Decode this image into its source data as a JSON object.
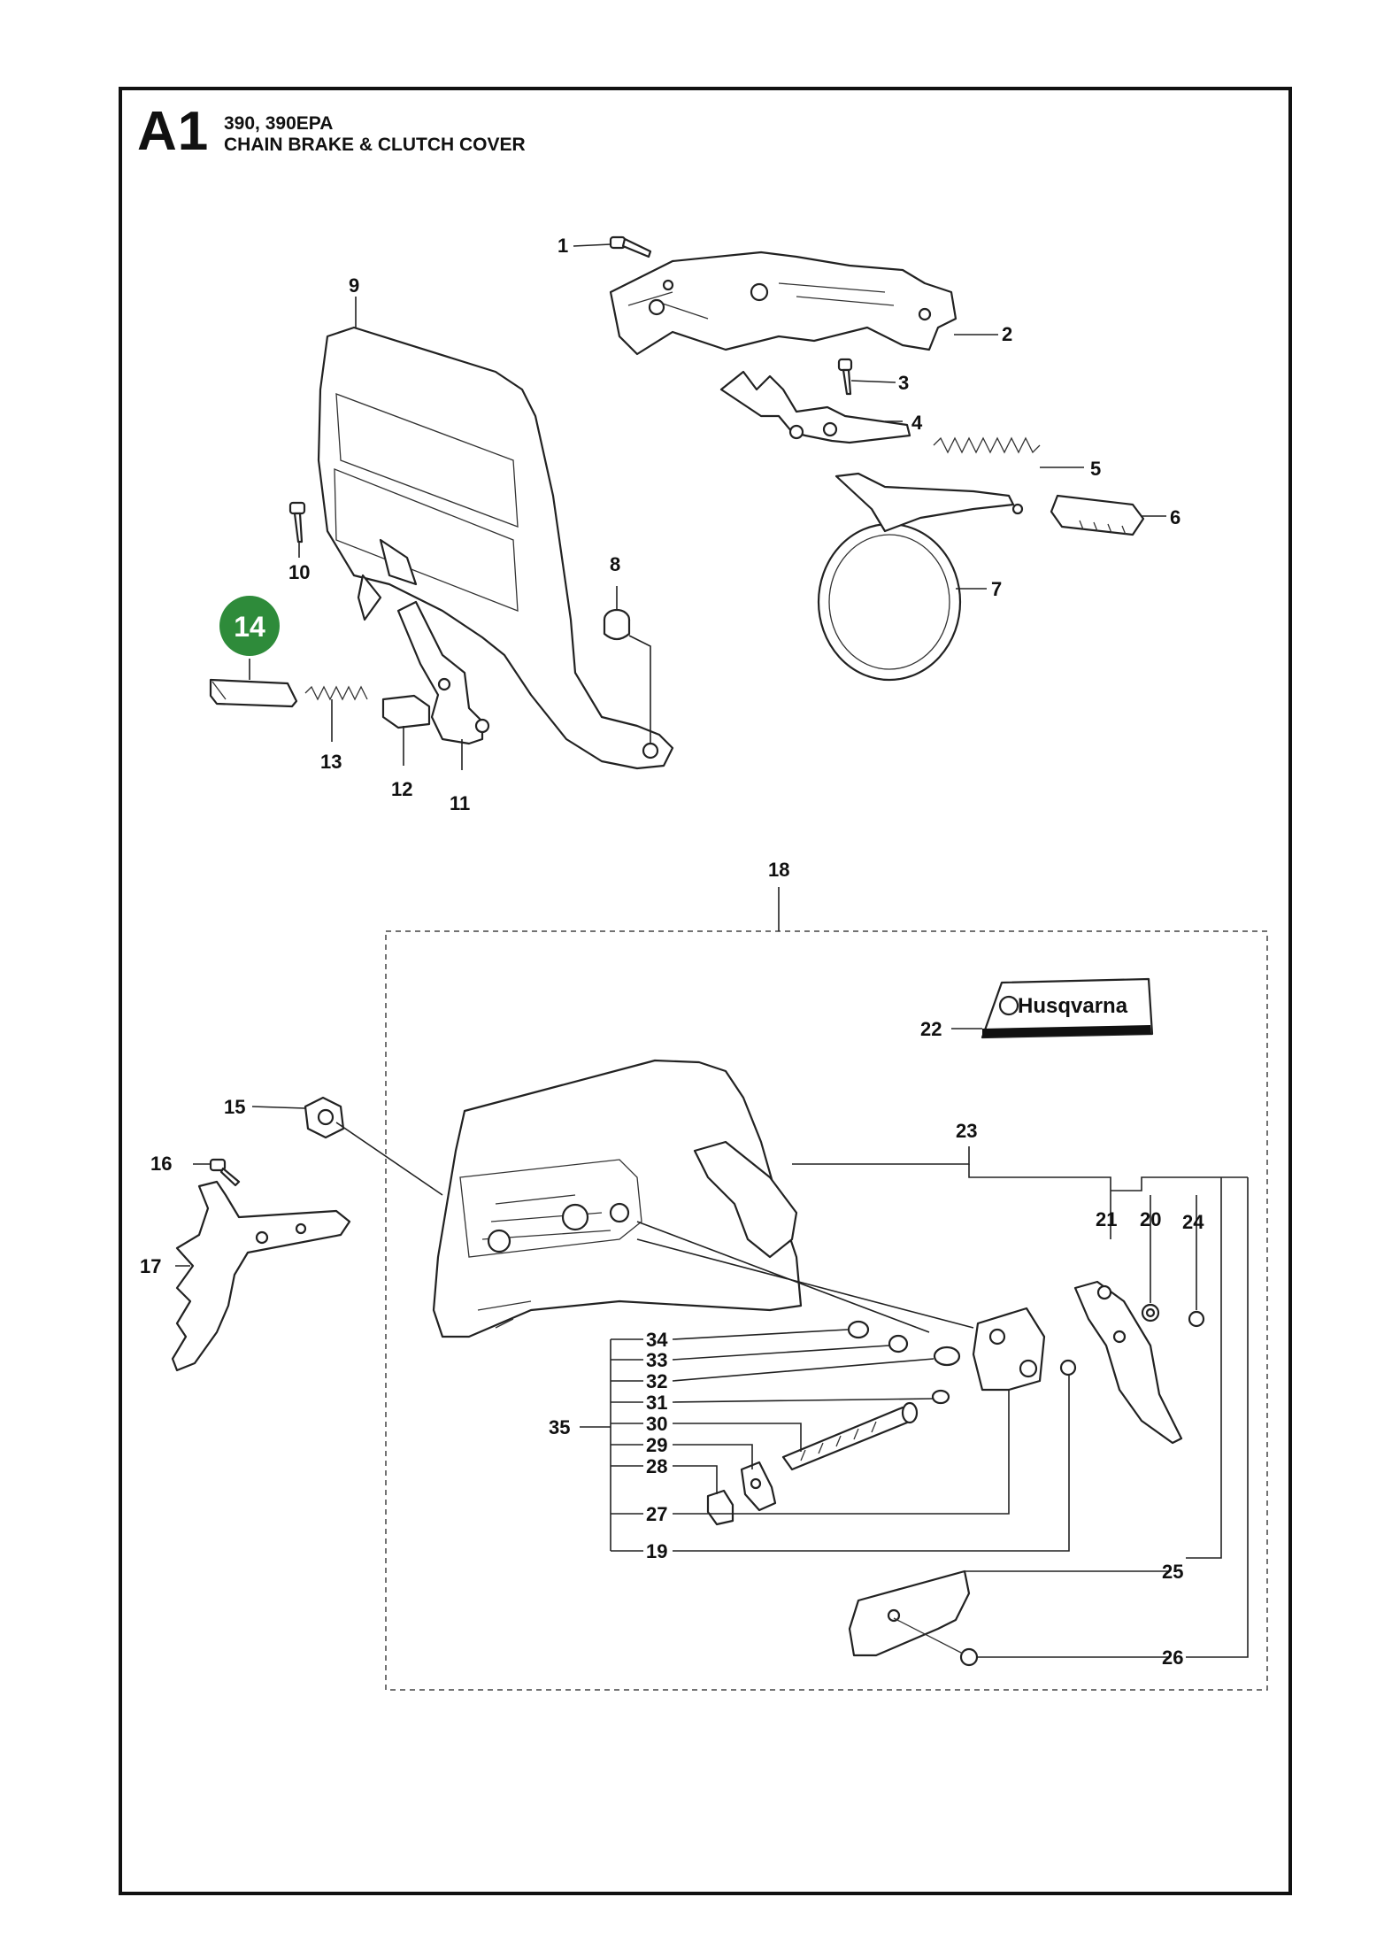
{
  "header": {
    "section_code": "A1",
    "models": "390, 390EPA",
    "title": "CHAIN BRAKE & CLUTCH COVER"
  },
  "highlight": {
    "part_number": "14",
    "color": "#2e8b3a"
  },
  "brand_decal_text": "Husqvarna",
  "callouts": {
    "p1": "1",
    "p2": "2",
    "p3": "3",
    "p4": "4",
    "p5": "5",
    "p6": "6",
    "p7": "7",
    "p8": "8",
    "p9": "9",
    "p10": "10",
    "p11": "11",
    "p12": "12",
    "p13": "13",
    "p15": "15",
    "p16": "16",
    "p17": "17",
    "p18": "18",
    "p19": "19",
    "p20": "20",
    "p21": "21",
    "p22": "22",
    "p23": "23",
    "p24": "24",
    "p25": "25",
    "p26": "26",
    "p27": "27",
    "p28": "28",
    "p29": "29",
    "p30": "30",
    "p31": "31",
    "p32": "32",
    "p33": "33",
    "p34": "34",
    "p35": "35"
  }
}
